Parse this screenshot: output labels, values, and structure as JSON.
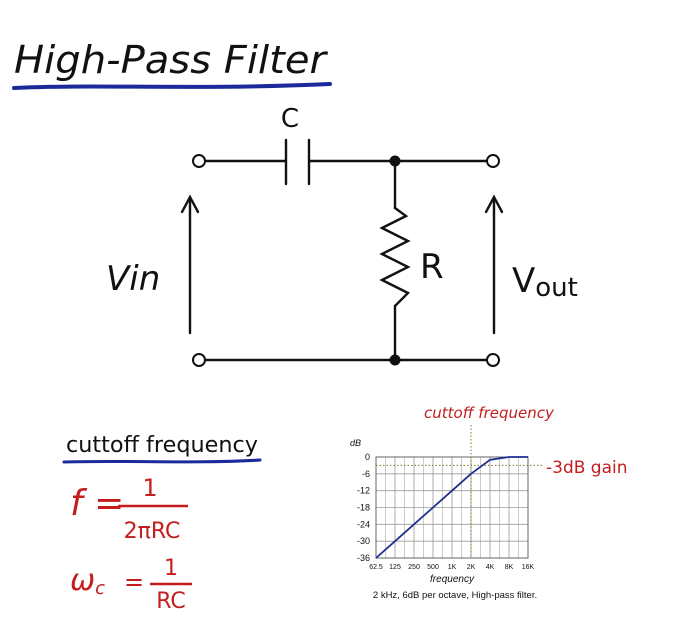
{
  "title": "High-Pass Filter",
  "circuit": {
    "capacitor_label": "C",
    "resistor_label": "R",
    "input_label": "Vin",
    "output_label_v": "V",
    "output_label_sub": "out"
  },
  "formulas": {
    "heading": "cuttoff frequency",
    "f_lhs": "f =",
    "f_numerator": "1",
    "f_denominator": "2πRC",
    "w_lhs": "ω",
    "w_sub": "c",
    "w_eq": "=",
    "w_numerator": "1",
    "w_denominator": "RC"
  },
  "chart_annotations": {
    "cutoff_label": "cuttoff frequency",
    "gain_label": "-3dB gain",
    "caption": "2 kHz, 6dB per octave, High-pass filter."
  },
  "chart_data": {
    "type": "line",
    "ylabel": "dB",
    "xlabel": "frequency",
    "x_tick_labels": [
      "62.5",
      "125",
      "250",
      "500",
      "1K",
      "2K",
      "4K",
      "8K",
      "16K"
    ],
    "y_tick_labels": [
      "0",
      "-6",
      "-12",
      "-18",
      "-24",
      "-30",
      "-36"
    ],
    "ylim": [
      -36,
      0
    ],
    "grid": true,
    "cutoff_x": "2K",
    "reference_level_db": -3,
    "series": [
      {
        "x": [
          "62.5",
          "125",
          "250",
          "500",
          "1K",
          "2K",
          "4K",
          "8K",
          "16K"
        ],
        "values": [
          -36,
          -30,
          -24,
          -18,
          -12,
          -6,
          -1,
          0,
          0
        ]
      }
    ],
    "line_color": "#1f2f8f"
  },
  "colors": {
    "ink": "#111111",
    "accent_blue": "#1a2a9a",
    "formula_red": "#c41d1d"
  }
}
